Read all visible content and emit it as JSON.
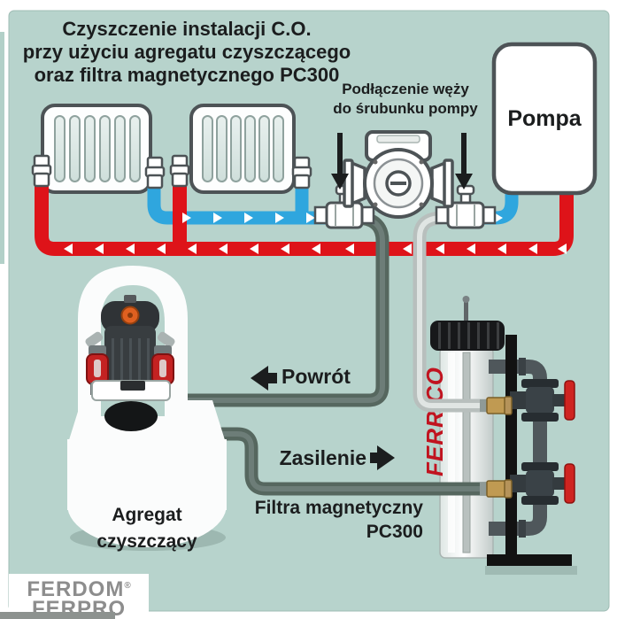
{
  "title": {
    "line1": "Czyszczenie instalacji C.O.",
    "line2": "przy użyciu agregatu czyszczącego",
    "line3": "oraz filtra magnetycznego PC300"
  },
  "labels": {
    "hose_connection_line1": "Podłączenie węży",
    "hose_connection_line2": "do śrubunku pompy",
    "pump_box": "Pompa",
    "return_hose": "Powrót",
    "supply_hose": "Zasilenie",
    "filter_line1": "Filtra magnetyczny",
    "filter_line2": "PC300",
    "unit_line1": "Agregat",
    "unit_line2": "czyszczący"
  },
  "filter": {
    "brand_text": "FERRICO"
  },
  "logo": {
    "line1": "FERDOM",
    "registered": "®",
    "line2": "FERPRO"
  },
  "colors": {
    "panel_background": "#b7d3cc",
    "supply_pipe_red": "#de1319",
    "return_pipe_blue": "#2fa6de",
    "hose_dark": "#56675f",
    "hose_light": "#c7cdcb",
    "valve_handle_red": "#cf2420",
    "brass_fitting": "#c09a52",
    "outline_grey": "#4d5356",
    "logo_grey": "#8d8d8d"
  }
}
